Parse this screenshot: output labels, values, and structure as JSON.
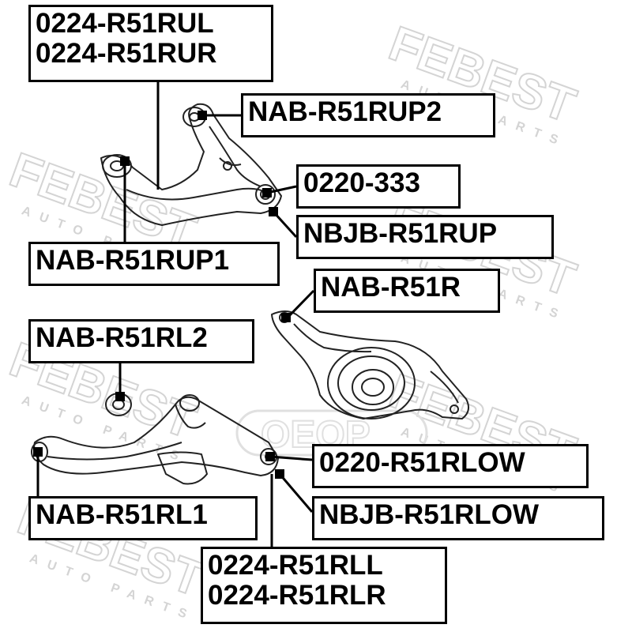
{
  "watermark": {
    "brand": "FEBEST",
    "tagline": "AUTO PARTS",
    "color": "#d8d8d8"
  },
  "logo": {
    "text": "OEOP",
    "color": "#e0e0e0"
  },
  "labels": {
    "upper_arm_l": "0224-R51RUL",
    "upper_arm_r": "0224-R51RUR",
    "upper_bushing_2": "NAB-R51RUP2",
    "upper_bushing_1": "NAB-R51RUP1",
    "upper_bushing_333": "0220-333",
    "upper_ball_joint": "NBJB-R51RUP",
    "diff_bushing": "NAB-R51R",
    "lower_bushing_2": "NAB-R51RL2",
    "lower_bushing_1": "NAB-R51RL1",
    "lower_arm_bushing": "0220-R51RLOW",
    "lower_ball_joint": "NBJB-R51RLOW",
    "lower_arm_l": "0224-R51RLL",
    "lower_arm_r": "0224-R51RLR"
  }
}
